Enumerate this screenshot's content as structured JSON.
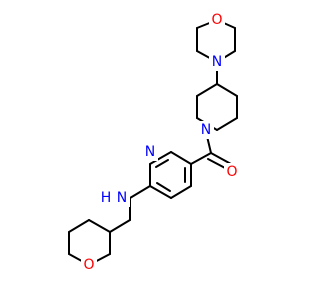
{
  "diagram": {
    "type": "chemical-structure",
    "colors": {
      "bond": "#000000",
      "N": "#0000ff",
      "O": "#ff0000"
    },
    "atoms": [
      {
        "id": "o-morpholine",
        "label": "O",
        "element": "O"
      },
      {
        "id": "n-morpholine",
        "label": "N",
        "element": "N"
      },
      {
        "id": "n-piperidine",
        "label": "N",
        "element": "N"
      },
      {
        "id": "o-carbonyl",
        "label": "O",
        "element": "O"
      },
      {
        "id": "n-pyridine",
        "label": "N",
        "element": "N"
      },
      {
        "id": "n-amine",
        "label": "N",
        "element": "N"
      },
      {
        "id": "h-amine",
        "label": "H",
        "element": "N"
      },
      {
        "id": "o-oxane",
        "label": "O",
        "element": "O"
      }
    ]
  }
}
